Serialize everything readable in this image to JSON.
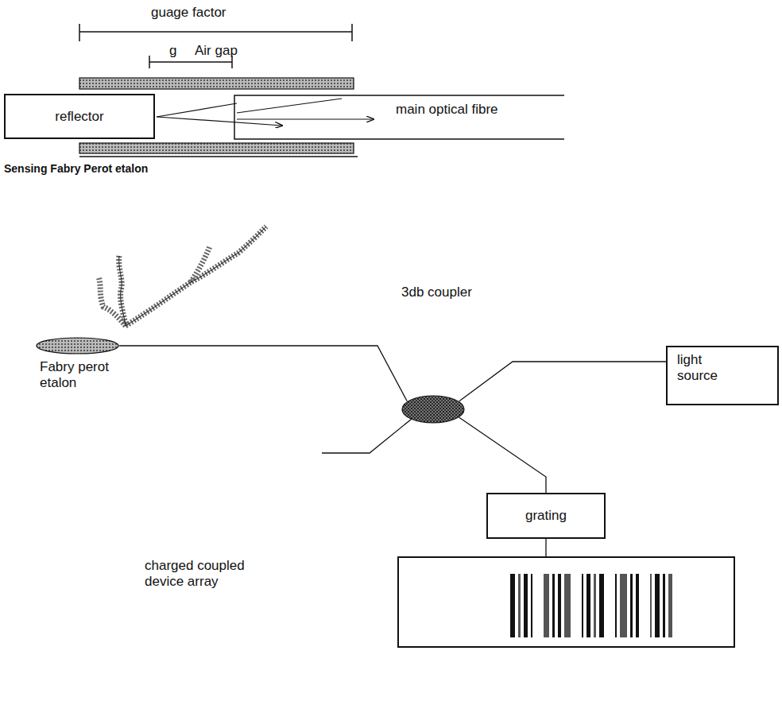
{
  "diagram": {
    "nodes": [
      {
        "text": [
          "reflector"
        ]
      },
      {
        "text": [
          "Fabry perot etalon"
        ]
      },
      {
        "text": [
          "3db coupler"
        ]
      },
      {
        "text": [
          "light source"
        ]
      },
      {
        "text": [
          "grating"
        ]
      },
      {
        "text": [
          "charged coupled device array"
        ]
      }
    ],
    "edges": [
      {
        "from": 1,
        "to": 2,
        "arrow": "none"
      },
      {
        "from": 2,
        "to": 3,
        "arrow": "none"
      },
      {
        "from": 2,
        "to": 4,
        "arrow": "none"
      },
      {
        "from": 4,
        "to": 5,
        "arrow": "none"
      }
    ],
    "labels": [
      "guage factor",
      "g",
      "Air gap",
      "main optical fibre",
      "Sensing Fabry Perot etalon"
    ]
  }
}
